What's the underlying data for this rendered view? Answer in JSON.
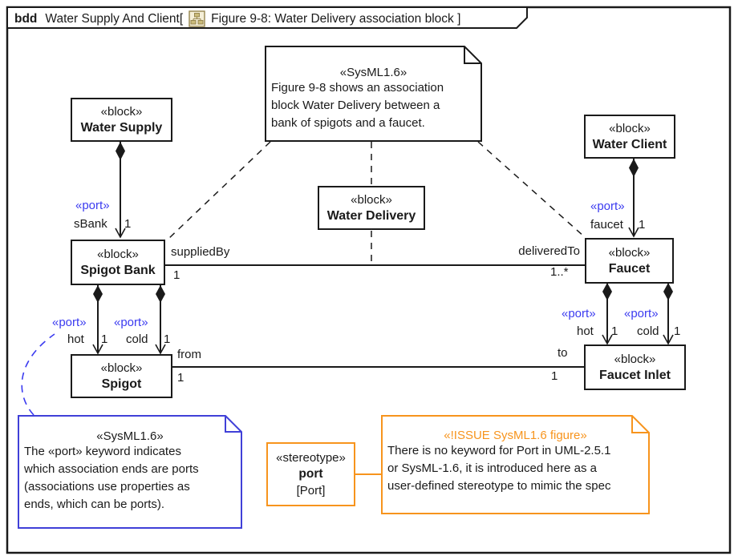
{
  "header": {
    "kind": "bdd",
    "title": "Water Supply And Client[",
    "figure": "Figure 9-8: Water Delivery association block ]"
  },
  "icons": {
    "header": "diagram-icon"
  },
  "blocks": {
    "water_supply": {
      "stereotype": "«block»",
      "name": "Water Supply"
    },
    "water_client": {
      "stereotype": "«block»",
      "name": "Water Client"
    },
    "water_delivery": {
      "stereotype": "«block»",
      "name": "Water Delivery"
    },
    "spigot_bank": {
      "stereotype": "«block»",
      "name": "Spigot Bank"
    },
    "faucet": {
      "stereotype": "«block»",
      "name": "Faucet"
    },
    "spigot": {
      "stereotype": "«block»",
      "name": "Spigot"
    },
    "faucet_inlet": {
      "stereotype": "«block»",
      "name": "Faucet Inlet"
    }
  },
  "notes": {
    "top": {
      "stereotype": "«SysML1.6»",
      "lines": [
        "Figure 9-8 shows an association",
        "block Water Delivery between a",
        "bank of spigots and a faucet."
      ]
    },
    "port_note": {
      "stereotype": "«SysML1.6»",
      "lines": [
        "The «port» keyword indicates",
        "which association ends are ports",
        "(associations use properties as",
        "ends, which can be ports)."
      ]
    },
    "issue_note": {
      "stereotype": "«!ISSUE SysML1.6 figure»",
      "lines": [
        "There is no keyword for Port in UML-2.5.1",
        "or SysML-1.6, it is introduced here as a",
        "user-defined stereotype to mimic the spec"
      ]
    }
  },
  "stereotype_box": {
    "stereotype": "«stereotype»",
    "name": "port",
    "metaclass": "[Port]"
  },
  "ports": {
    "keyword": "«port»",
    "sbank": {
      "name": "sBank",
      "multiplicity": "1"
    },
    "faucet": {
      "name": "faucet",
      "multiplicity": "1"
    },
    "bank_hot": {
      "name": "hot",
      "multiplicity": "1"
    },
    "bank_cold": {
      "name": "cold",
      "multiplicity": "1"
    },
    "inlet_hot": {
      "name": "hot",
      "multiplicity": "1"
    },
    "inlet_cold": {
      "name": "cold",
      "multiplicity": "1"
    }
  },
  "associations": {
    "supplied_by": {
      "name": "suppliedBy",
      "multiplicity": "1"
    },
    "delivered_to": {
      "name": "deliveredTo",
      "multiplicity": "1..*"
    },
    "from": {
      "name": "from",
      "multiplicity": "1"
    },
    "to": {
      "name": "to",
      "multiplicity": "1"
    }
  },
  "colors": {
    "port_blue": "#3b3bf0",
    "note_blue": "#4040d8",
    "orange": "#f7941d",
    "line": "#1a1a1a"
  }
}
